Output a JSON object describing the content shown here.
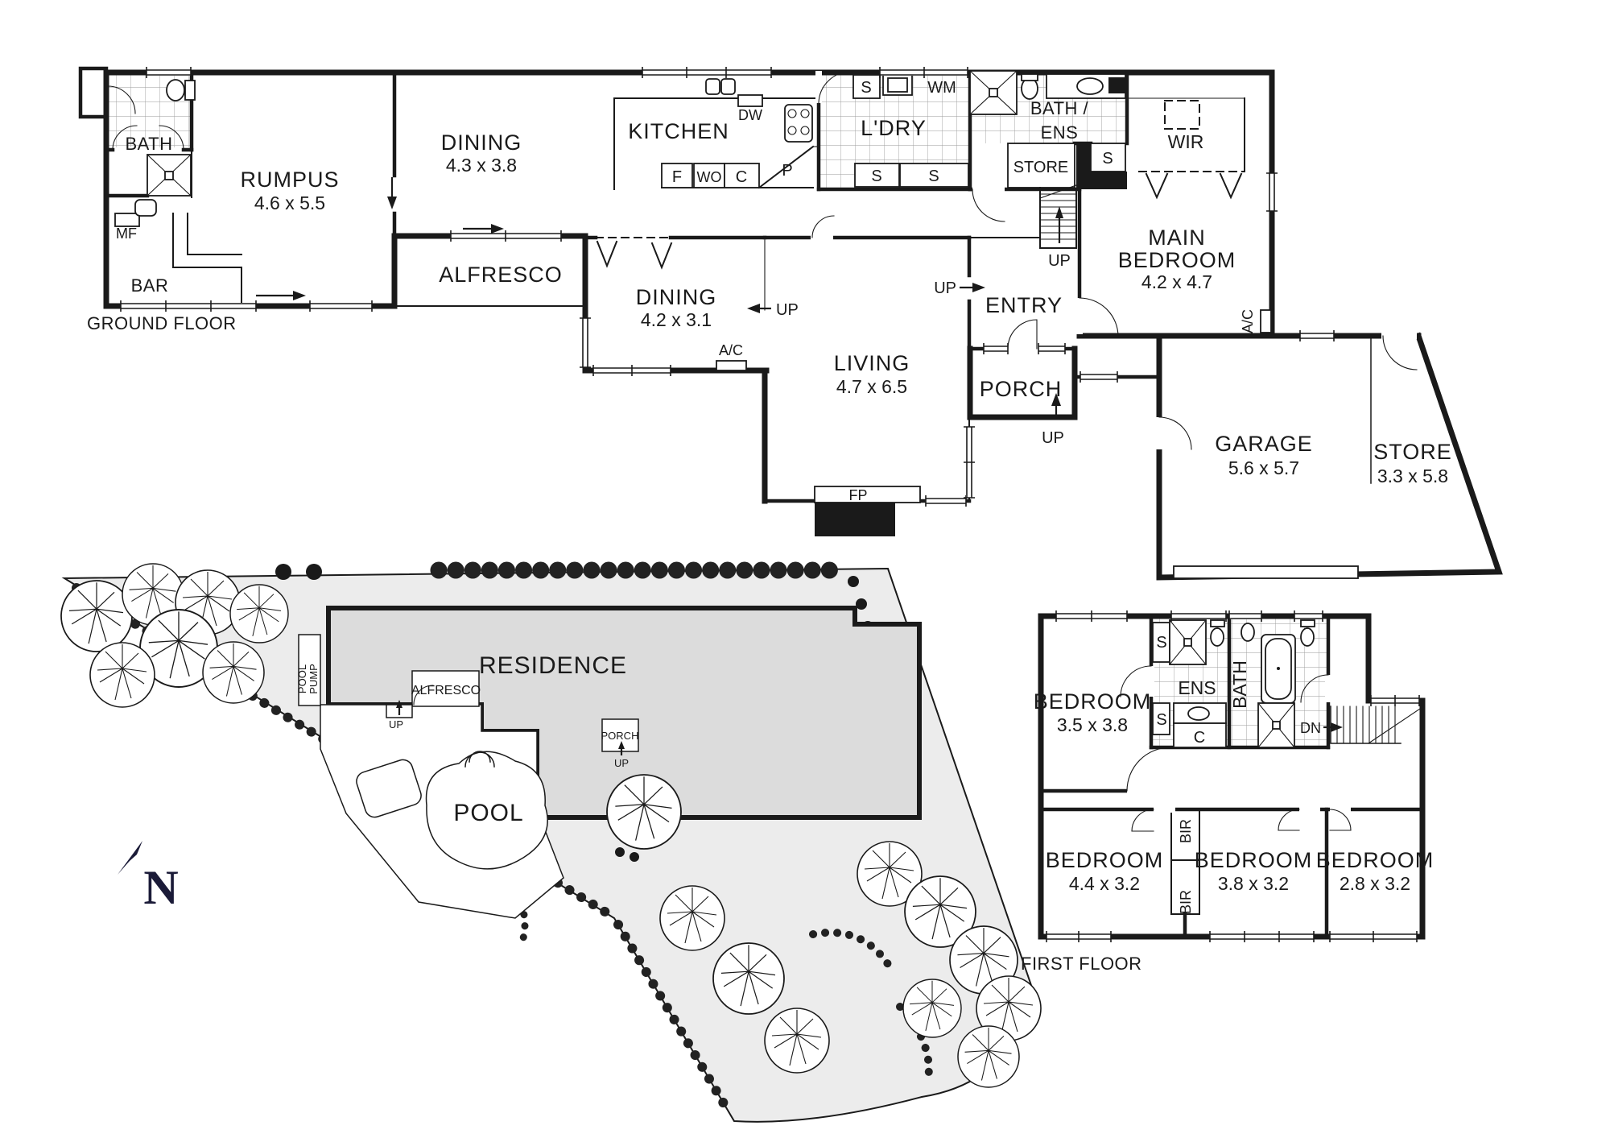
{
  "title": "Residence floor plan",
  "colors": {
    "line": "#1a1a1a",
    "site_fill": "#ececec",
    "residence_fill": "#dcdcdc",
    "compass": "#1b1b38"
  },
  "ground_floor": {
    "floor_label": "GROUND FLOOR",
    "rooms": {
      "bath": {
        "name": "BATH"
      },
      "rumpus": {
        "name": "RUMPUS",
        "dims": "4.6 x 5.5"
      },
      "bar": {
        "name": "BAR"
      },
      "dining_top": {
        "name": "DINING",
        "dims": "4.3 x 3.8"
      },
      "kitchen": {
        "name": "KITCHEN"
      },
      "alfresco": {
        "name": "ALFRESCO"
      },
      "laundry": {
        "name": "L'DRY"
      },
      "bath_ens": {
        "name_line1": "BATH /",
        "name_line2": "ENS"
      },
      "store_hall": {
        "name": "STORE"
      },
      "wir": {
        "name": "WIR"
      },
      "main_bedroom": {
        "name_line1": "MAIN",
        "name_line2": "BEDROOM",
        "dims": "4.2 x 4.7"
      },
      "dining": {
        "name": "DINING",
        "dims": "4.2 x 3.1"
      },
      "living": {
        "name": "LIVING",
        "dims": "4.7 x 6.5"
      },
      "entry": {
        "name": "ENTRY"
      },
      "porch": {
        "name": "PORCH"
      },
      "garage": {
        "name": "GARAGE",
        "dims": "5.6 x 5.7"
      },
      "store": {
        "name": "STORE",
        "dims": "3.3 x 5.8"
      }
    },
    "fixtures": {
      "mf": "MF",
      "dw": "DW",
      "f": "F",
      "wo": "WO",
      "c": "C",
      "p": "P",
      "s": "S",
      "wm": "WM",
      "fp": "FP",
      "ac": "A/C"
    },
    "annotations": {
      "up": "UP"
    }
  },
  "site_plan": {
    "residence": "RESIDENCE",
    "alfresco": "ALFRESCO",
    "porch": "PORCH",
    "pool": "POOL",
    "pool_pump_line1": "POOL",
    "pool_pump_line2": "PUMP",
    "up": "UP",
    "north": "N"
  },
  "first_floor": {
    "floor_label": "FIRST FLOOR",
    "rooms": {
      "bedroom1": {
        "name": "BEDROOM",
        "dims": "3.5 x 3.8"
      },
      "ens": {
        "name": "ENS"
      },
      "bath": {
        "name": "BATH"
      },
      "bedroom2": {
        "name": "BEDROOM",
        "dims": "4.4 x 3.2"
      },
      "bedroom3": {
        "name": "BEDROOM",
        "dims": "3.8 x 3.2"
      },
      "bedroom4": {
        "name": "BEDROOM",
        "dims": "2.8 x 3.2"
      }
    },
    "fixtures": {
      "s": "S",
      "c": "C",
      "bir": "BIR"
    },
    "annotations": {
      "dn": "DN"
    }
  }
}
